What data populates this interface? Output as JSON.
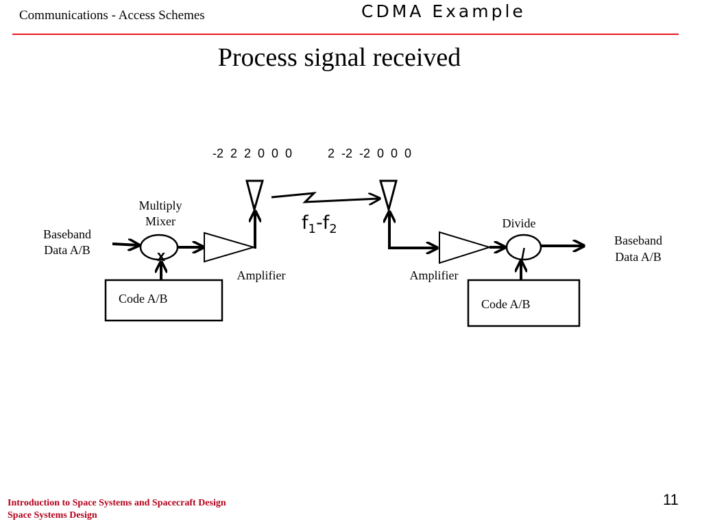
{
  "header": {
    "section": "Communications - Access Schemes",
    "topic": "CDMA Example"
  },
  "slide": {
    "title": "Process signal received"
  },
  "diagram": {
    "sequence_a": "-2  2  2  0  0  0",
    "sequence_b": "2  -2  -2  0  0  0",
    "transmit": {
      "input_label_line1": "Baseband",
      "input_label_line2": "Data A/B",
      "mixer_label_line1": "Multiply",
      "mixer_label_line2": "Mixer",
      "mixer_symbol": "x",
      "amplifier_label": "Amplifier",
      "code_label": "Code A/B"
    },
    "channel": {
      "freq_f1": "f",
      "sub1": "1",
      "dash": "-",
      "freq_f2": "f",
      "sub2": "2"
    },
    "receive": {
      "amplifier_label": "Amplifier",
      "divider_label": "Divide",
      "divider_symbol": "/",
      "code_label": "Code A/B",
      "output_label_line1": "Baseband",
      "output_label_line2": "Data A/B"
    },
    "icons": [
      "antenna-icon",
      "lightning-link-icon",
      "arrow-icon"
    ]
  },
  "footer": {
    "line1": "Introduction to Space Systems and Spacecraft Design",
    "line2": "Space Systems Design"
  },
  "page_number": "11",
  "colors": {
    "accent": "#e8141c",
    "footer_text": "#b3001b"
  }
}
